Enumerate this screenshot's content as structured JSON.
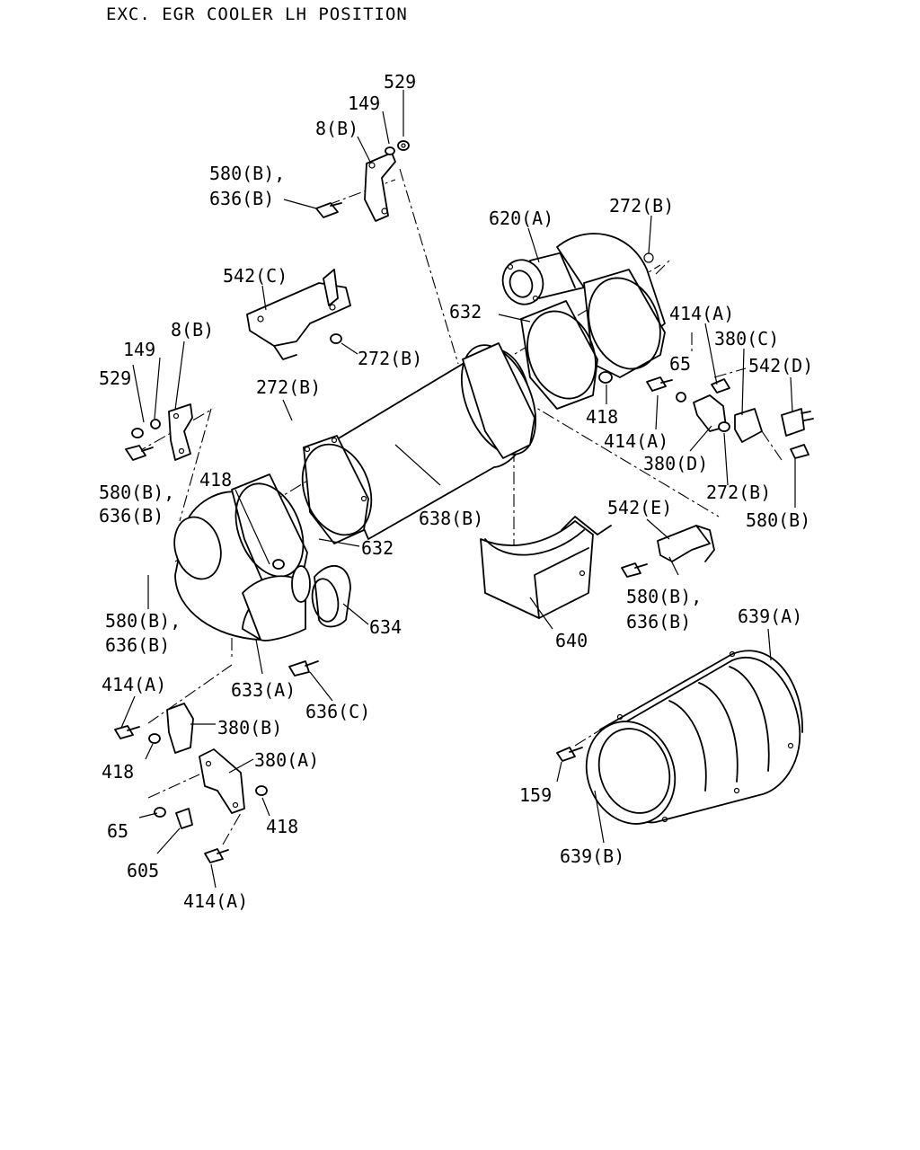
{
  "title": "EXC. EGR COOLER LH POSITION",
  "labels": {
    "l529_top": "529",
    "l149_top": "149",
    "l8b_top": "8(B)",
    "l580b_top": "580(B),",
    "l636b_top": "636(B)",
    "l620a": "620(A)",
    "l272b_top": "272(B)",
    "l542c": "542(C)",
    "l272b_542c": "272(B)",
    "l632_top": "632",
    "l414a_r1": "414(A)",
    "l380c": "380(C)",
    "l65_r": "65",
    "l542d": "542(D)",
    "l149_left": "149",
    "l8b_left": "8(B)",
    "l529_left": "529",
    "l272b_mid": "272(B)",
    "l418_r": "418",
    "l414a_r2": "414(A)",
    "l380d": "380(D)",
    "l580b_left1": "580(B),",
    "l636b_left1": "636(B)",
    "l418_left": "418",
    "l272b_r": "272(B)",
    "l580b_r": "580(B)",
    "l638b": "638(B)",
    "l632_bot": "632",
    "l542e": "542(E)",
    "l580b_left2": "580(B),",
    "l636b_left2": "636(B)",
    "l634": "634",
    "l640": "640",
    "l580b_mid": "580(B),",
    "l636b_mid": "636(B)",
    "l639a": "639(A)",
    "l633a": "633(A)",
    "l636c": "636(C)",
    "l414a_bl": "414(A)",
    "l380b": "380(B)",
    "l418_bl": "418",
    "l380a": "380(A)",
    "l418_bl2": "418",
    "l65_bl": "65",
    "l605": "605",
    "l414a_bot": "414(A)",
    "l159": "159",
    "l639b": "639(B)"
  }
}
